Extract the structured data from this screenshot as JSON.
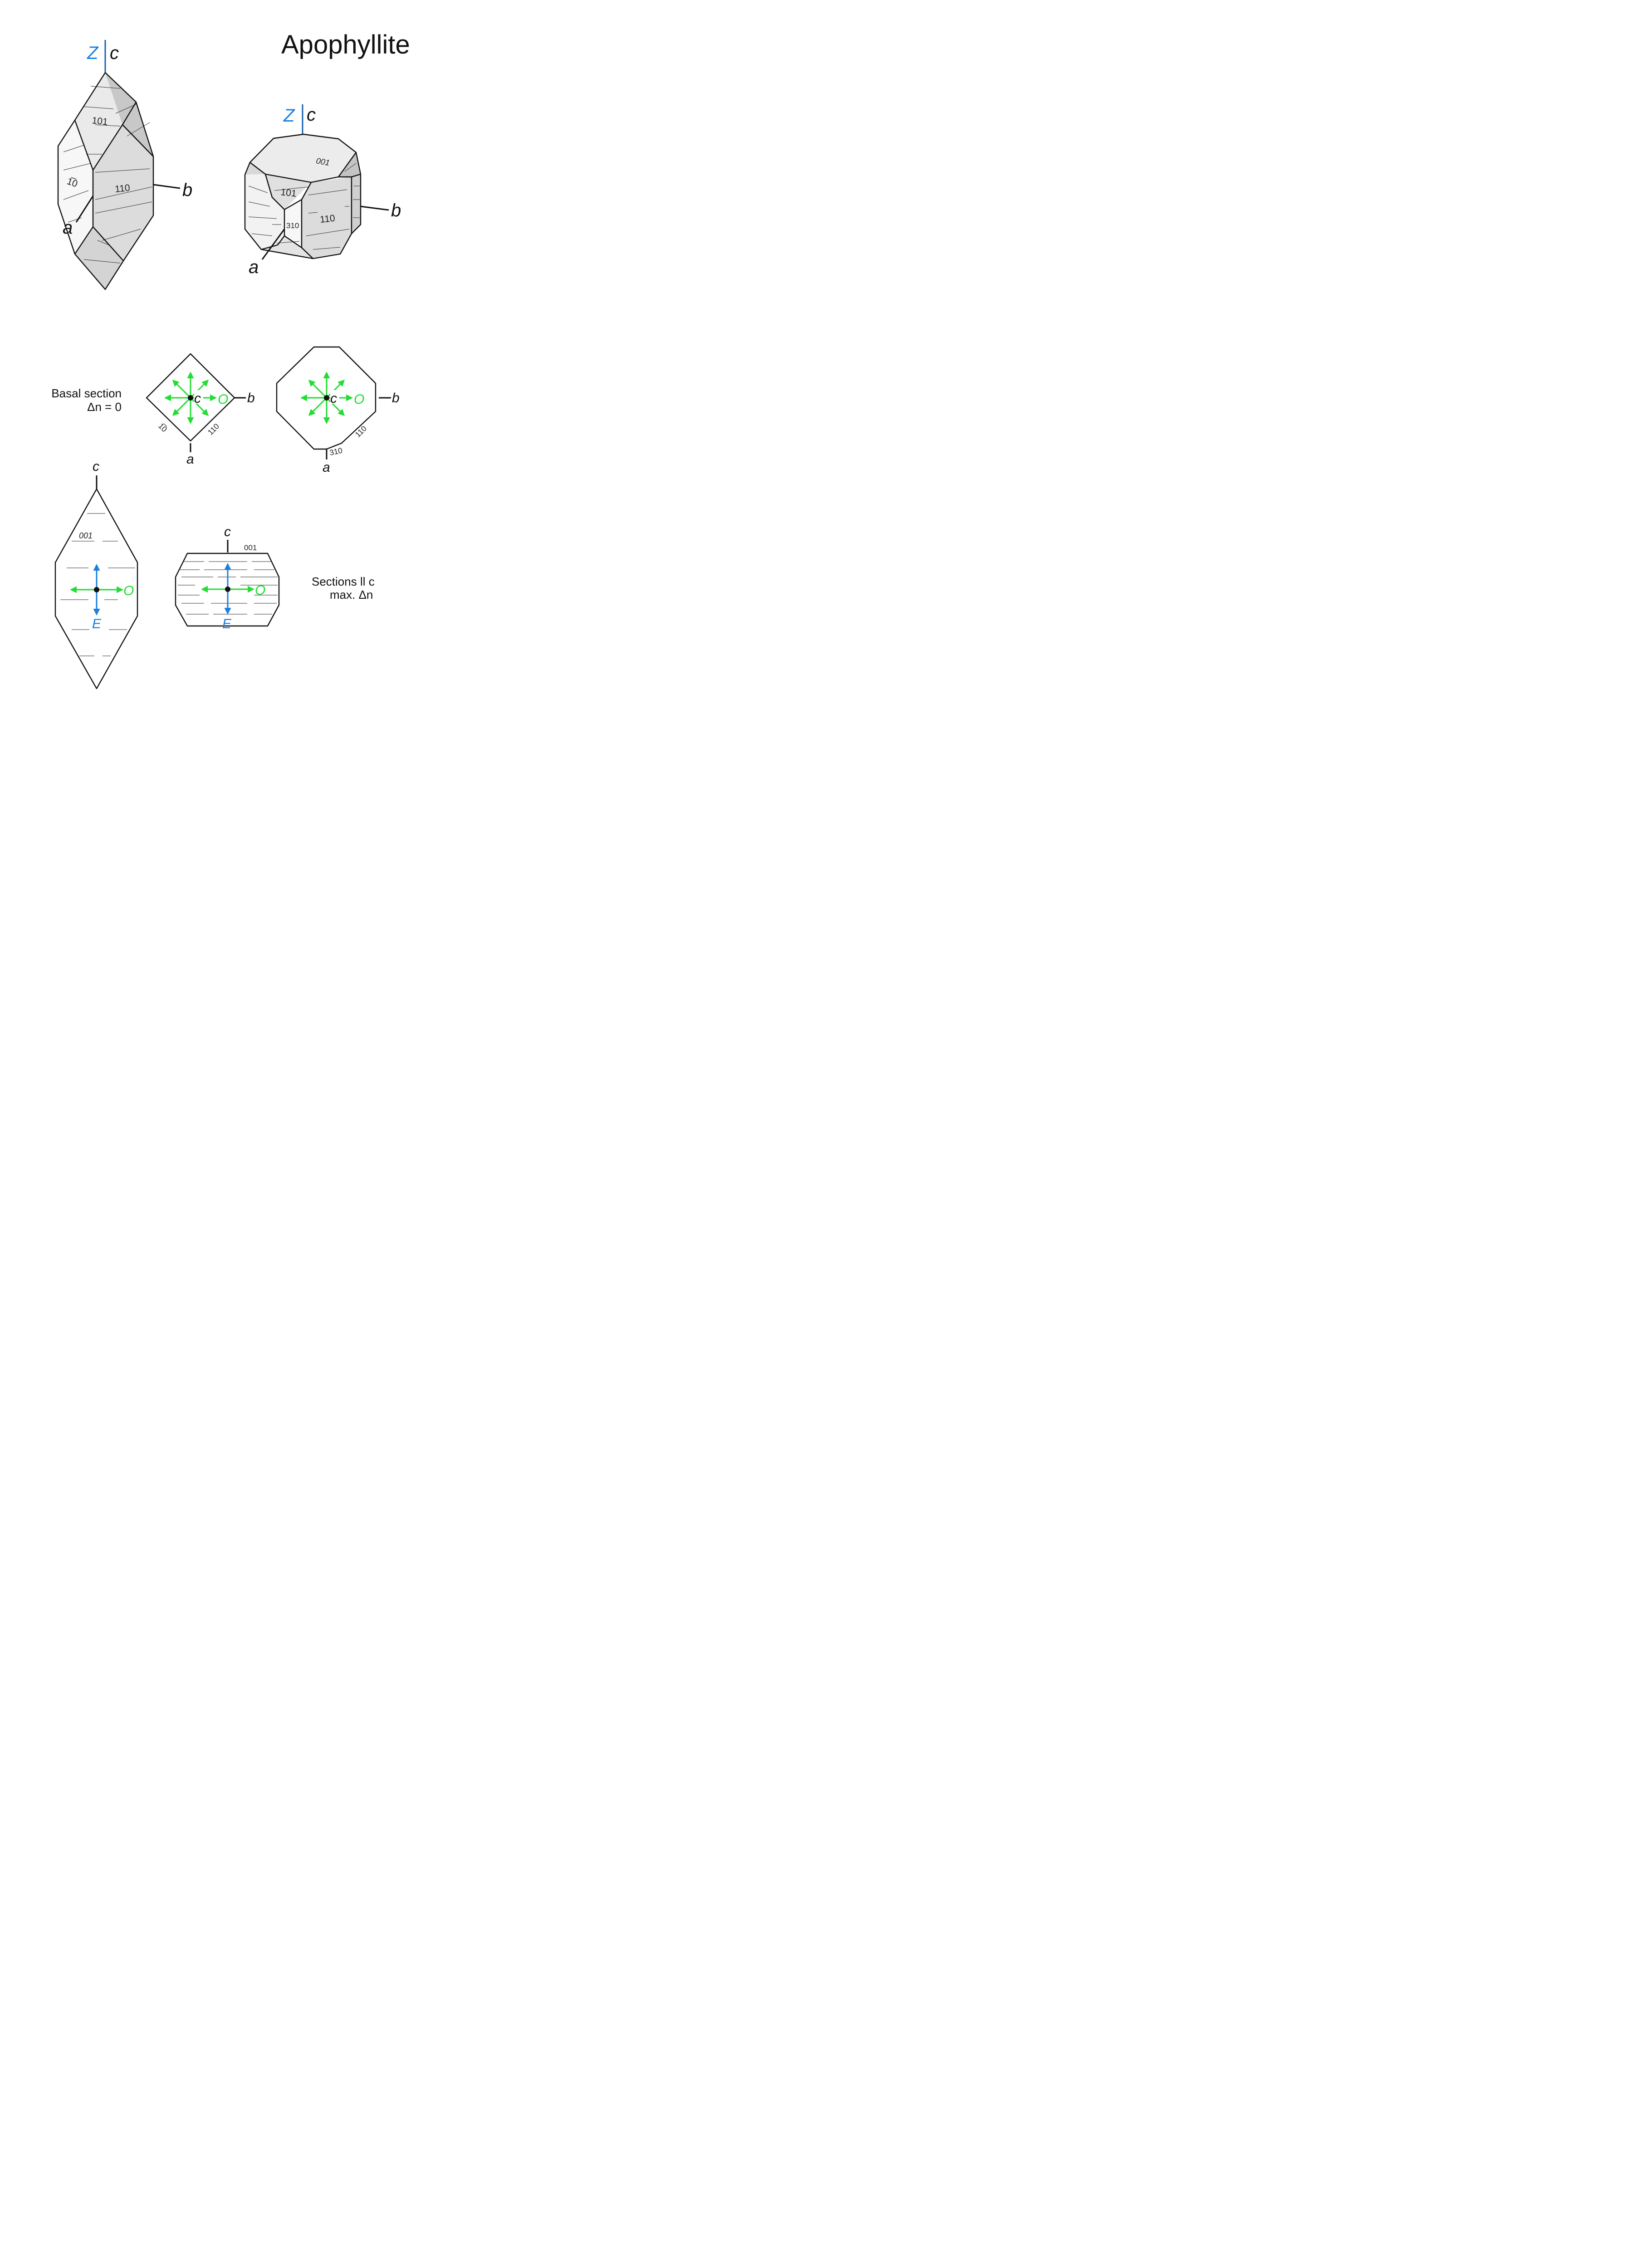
{
  "title": "Apophyllite",
  "axes": {
    "Z": "Z",
    "c": "c",
    "a": "a",
    "b": "b"
  },
  "faces": {
    "f101": "101",
    "f110": "110",
    "f1m10": "1̅0",
    "f001": "001",
    "f310": "310"
  },
  "basal_caption": {
    "line1": "Basal section",
    "line2": "Δn = 0"
  },
  "sections_caption": {
    "line1": "Sections ll c",
    "line2": "max. Δn"
  },
  "rays": {
    "ordinary": "O",
    "extraordinary": "E"
  },
  "colors": {
    "ordinary": "#22dd33",
    "extraordinary": "#1a7fe0",
    "optic_axis": "#1a7fe0"
  }
}
